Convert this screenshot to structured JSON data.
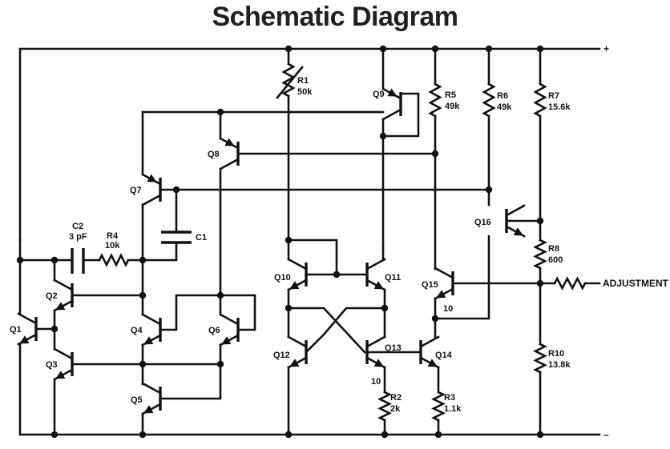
{
  "title": "Schematic Diagram",
  "terminals": {
    "positive": "+",
    "negative": "–",
    "adjustment": "ADJUSTMENT"
  },
  "transistors": [
    {
      "id": "Q1",
      "label": "Q1",
      "type": "NPN"
    },
    {
      "id": "Q2",
      "label": "Q2",
      "type": "NPN"
    },
    {
      "id": "Q3",
      "label": "Q3",
      "type": "NPN"
    },
    {
      "id": "Q4",
      "label": "Q4",
      "type": "NPN"
    },
    {
      "id": "Q5",
      "label": "Q5",
      "type": "NPN"
    },
    {
      "id": "Q6",
      "label": "Q6",
      "type": "NPN"
    },
    {
      "id": "Q7",
      "label": "Q7",
      "type": "PNP"
    },
    {
      "id": "Q8",
      "label": "Q8",
      "type": "PNP"
    },
    {
      "id": "Q9",
      "label": "Q9",
      "type": "PNP"
    },
    {
      "id": "Q10",
      "label": "Q10",
      "type": "NPN"
    },
    {
      "id": "Q11",
      "label": "Q11",
      "type": "NPN"
    },
    {
      "id": "Q12",
      "label": "Q12",
      "type": "NPN"
    },
    {
      "id": "Q13",
      "label": "Q13",
      "type": "NPN",
      "area": "10"
    },
    {
      "id": "Q14",
      "label": "Q14",
      "type": "NPN"
    },
    {
      "id": "Q15",
      "label": "Q15",
      "type": "NPN",
      "area": "10"
    },
    {
      "id": "Q16",
      "label": "Q16",
      "type": "NPN"
    }
  ],
  "resistors": [
    {
      "id": "R1",
      "label": "R1",
      "value": "50k",
      "variable": true
    },
    {
      "id": "R2",
      "label": "R2",
      "value": "2k"
    },
    {
      "id": "R3",
      "label": "R3",
      "value": "1.1k"
    },
    {
      "id": "R4",
      "label": "R4",
      "value": "10k"
    },
    {
      "id": "R5",
      "label": "R5",
      "value": "49k"
    },
    {
      "id": "R6",
      "label": "R6",
      "value": "49k"
    },
    {
      "id": "R7",
      "label": "R7",
      "value": "15.6k"
    },
    {
      "id": "R8",
      "label": "R8",
      "value": "600"
    },
    {
      "id": "R10",
      "label": "R10",
      "value": "13.8k"
    }
  ],
  "capacitors": [
    {
      "id": "C1",
      "label": "C1",
      "value": ""
    },
    {
      "id": "C2",
      "label": "C2",
      "value": "3 pF"
    }
  ]
}
